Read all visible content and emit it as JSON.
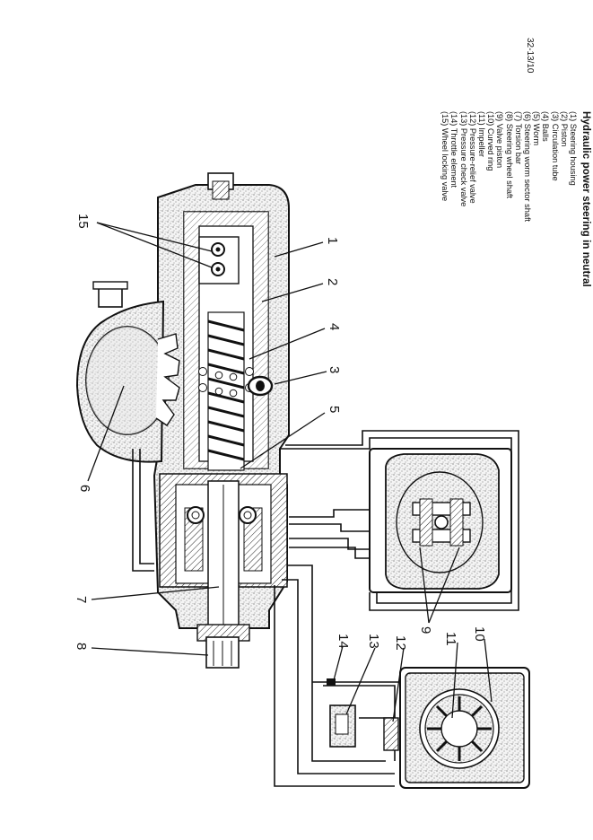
{
  "page_number": "32-13/10",
  "title": "Hydraulic power steering in neutral",
  "legend": [
    "(1) Steering housing",
    "(2) Piston",
    "(3) Circulation tube",
    "(4) Balls",
    "(5) Worm",
    "(6) Steering worm sector shaft",
    "(7) Torsion bar",
    "(8) Steering wheel shaft",
    "(9) Valve piston",
    "(10) Curved ring",
    "(11) Impeller",
    "(12) Pressure-relief valve",
    "(13) Pressure check valve",
    "(14) Throttle element",
    "(15) Wheel locking valve"
  ],
  "callouts": {
    "c1": "1",
    "c2": "2",
    "c3": "3",
    "c4": "4",
    "c5": "5",
    "c6": "6",
    "c7": "7",
    "c8": "8",
    "c9": "9",
    "c10": "10",
    "c11": "11",
    "c12": "12",
    "c13": "13",
    "c14": "14",
    "c15": "15"
  }
}
